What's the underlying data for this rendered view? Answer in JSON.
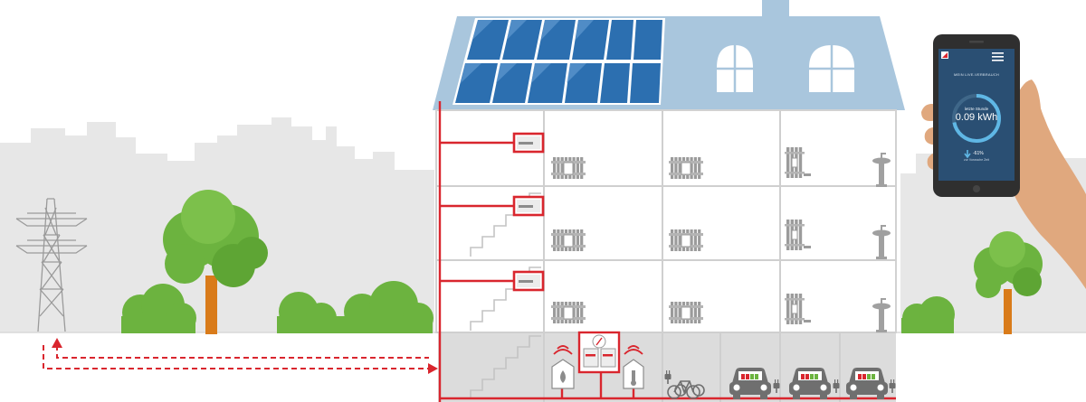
{
  "app": {
    "title": "MEIN LIVE-VERBRAUCH",
    "gauge_label": "letzte Stunde",
    "gauge_value": "0.09 kWh",
    "gauge_fill": 0.72,
    "delta": "-61%",
    "comparison": "zur Vorwoche Zeit"
  },
  "colors": {
    "grid_line": "#d9262e",
    "roof": "#a9c6dd",
    "solar": "#2c6fb0",
    "tree": "#6cb33f",
    "skyline": "#e7e7e7",
    "phone_screen": "#2a4f73",
    "gauge_ring": "#5fb7e5",
    "hand": "#e0a87e"
  }
}
